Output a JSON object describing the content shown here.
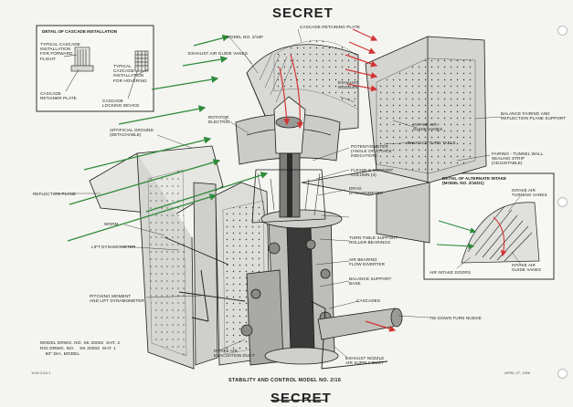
{
  "classification": {
    "top": "SECRET",
    "bottom": "SECRET"
  },
  "caption": "STABILITY AND CONTROL MODEL NO. 2/16",
  "corner_left": "1043  2/16-1",
  "corner_right": "APRIL 27, 1956",
  "colors": {
    "green_arrow": "#2e8b3a",
    "red_arrow": "#d23434",
    "line": "#1c1c1c"
  },
  "detail_cascade": {
    "title": "DETAIL OF CASCADE INSTALLATION",
    "labels": {
      "forward": "TYPICAL CASCADE\nINSTALLATION\nFOR FORWARD\nFLIGHT",
      "hovering": "TYPICAL\nCASCADE\nINSTALLATION\nFOR HOVERING",
      "retainer": "CASCADE\nRETAINER PLATE",
      "locking": "CASCADE\nLOCKING DEVICE"
    }
  },
  "detail_intake": {
    "title": "DETAIL OF ALTERNATE INTAKE\n(MODEL NO. 2/16/21)",
    "labels": {
      "turning": "INTAKE AIR\nTURNING VANES",
      "doors": "AIR INTAKE DOORS",
      "guide": "INTAKE AIR\nGUIDE VANES"
    }
  },
  "model_block": "MODEL DRWG. NO. SK 20002  SHT. 2\nRIG DRWG. NO.    SK 20002  SHT. 1\n    60\" DIA. MODEL",
  "labels": {
    "model_no": "MODEL NO. 2/16F",
    "exhaust_guide_vanes": "EXHAUST AIR GUIDE VANES",
    "cascade_retaining_plate": "CASCADE RETAINING PLATE",
    "exhaust_nozzles": "EXHAUST\nNOZZLES",
    "artificial_ground": "ARTIFICIAL GROUND\n(DETACHABLE)",
    "rotator_electric": "ROTATOR\nELECTRIC",
    "intake_guide_vanes": "INTAKE AIR\nGUIDE VANES",
    "balance_turn_table": "BALANCE TURN TABLE",
    "balance_fairing": "BALANCE FAIRING AND\nREFLECTION PLANE SUPPORT",
    "fairing_tunnel": "FAIRING - TUNNEL WALL\nSEALING STRIP\n(ADJUSTABLE)",
    "potentiometer": "POTENTIOMETER\n(ANGLE OF ATTACK\nINDICATION)",
    "flexible_support": "FLEXIBLE SUPPORT\nCOLUMN (4)",
    "reflection_plane": "REFLECTION PLANE",
    "drag_dynamometer": "DRAG\nDYNAMOMETER",
    "worm": "WORM",
    "lift_dynamometer": "LIFT DYNAMOMETER",
    "turn_table_bearings": "TURN TABLE SUPPORT\nROLLER-BEARINGS",
    "air_bearing": "AIR BEARING\nFLOW DIVERTER",
    "balance_support": "BALANCE SUPPORT\nBASE",
    "pitching_moment": "PITCHING MOMENT\nAND LIFT DYNAMOMETER",
    "cascades": "CASCADES",
    "tie_down": "TIE-DOWN TURN NUDGE",
    "intake_evacuation": "INTAKE AIR\nEVACUATION DUCT",
    "exhaust_supply": "EXHAUST NOZZLE\nAIR SUPPLY DUCT"
  }
}
